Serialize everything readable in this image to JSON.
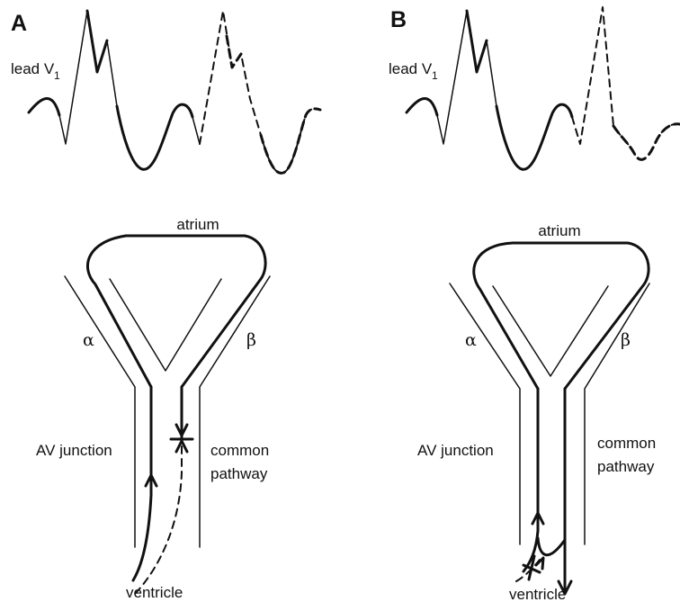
{
  "panels": [
    {
      "letter": "A",
      "lead_label": "lead V",
      "lead_sub": "1",
      "atrium": "atrium",
      "alpha": "α",
      "beta": "β",
      "av_junction": "AV junction",
      "common": "common",
      "pathway": "pathway",
      "ventricle": "ventricle"
    },
    {
      "letter": "B",
      "lead_label": "lead V",
      "lead_sub": "1",
      "atrium": "atrium",
      "alpha": "α",
      "beta": "β",
      "av_junction": "AV junction",
      "common": "common",
      "pathway": "pathway",
      "ventricle": "ventricle"
    }
  ],
  "colors": {
    "ink": "#111111",
    "background": "#ffffff"
  }
}
